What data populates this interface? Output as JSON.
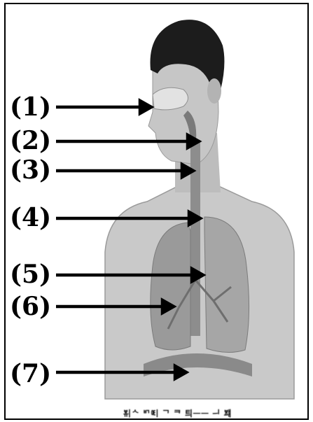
{
  "diagram": {
    "labels": [
      {
        "id": "1",
        "text": "(1)"
      },
      {
        "id": "2",
        "text": "(2)"
      },
      {
        "id": "3",
        "text": "(3)"
      },
      {
        "id": "4",
        "text": "(4)"
      },
      {
        "id": "5",
        "text": "(5)"
      },
      {
        "id": "6",
        "text": "(6)"
      },
      {
        "id": "7",
        "text": "(7)"
      }
    ],
    "caption": "ᄫᆔᄾ ᄞᅊᅵ ᄀ ᄏ 틔ᅳᅳ ᅴ ᄫᆅ"
  },
  "colors": {
    "hair": "#1c1c1c",
    "skin": "#c8c8c8",
    "skin_shadow": "#a9a9a9",
    "lung": "#9a9a9a",
    "arrow": "#000000"
  }
}
